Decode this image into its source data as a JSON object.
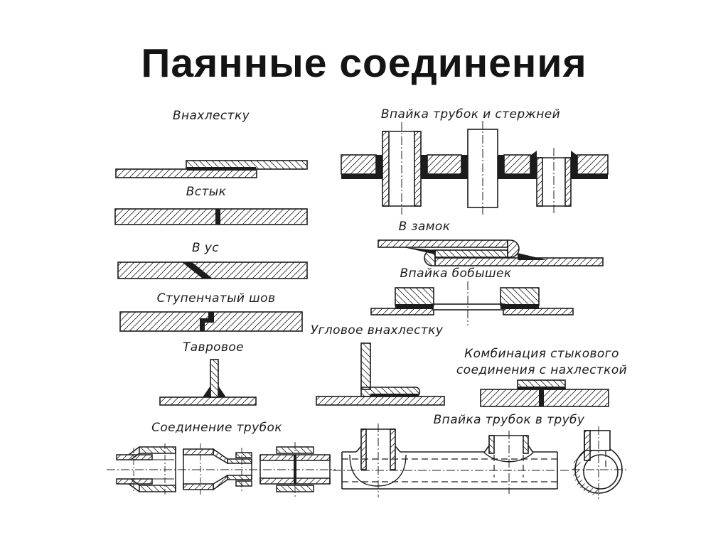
{
  "title": "Паянные соединения",
  "labels": {
    "lap": "Внахлестку",
    "butt": "Встык",
    "scarf": "В ус",
    "stepped": "Ступенчатый шов",
    "tee": "Тавровое",
    "tube_coupling": "Соединение трубок",
    "tubes_and_rods": "Впайка трубок и стержней",
    "lock": "В замок",
    "bosses": "Впайка бобышек",
    "corner_lap": "Угловое внахлестку",
    "combo_line1": "Комбинация стыкового",
    "combo_line2": "соединения с нахлесткой",
    "tubes_into_tube": "Впайка трубок в трубу"
  },
  "colors": {
    "ink": "#1c1c1c",
    "background": "#ffffff"
  }
}
